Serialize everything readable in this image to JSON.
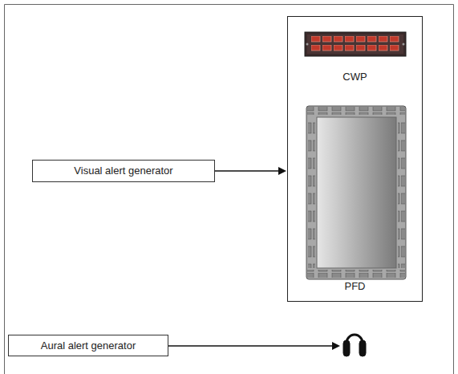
{
  "diagram": {
    "nodes": [
      {
        "text": [
          "CWP",
          "PFD"
        ]
      },
      {
        "text": [
          "Visual alert generator"
        ]
      },
      {
        "text": [
          "Aural alert generator"
        ]
      }
    ],
    "edges": [
      {
        "from": 1,
        "to": 0,
        "arrow": "to"
      }
    ]
  }
}
